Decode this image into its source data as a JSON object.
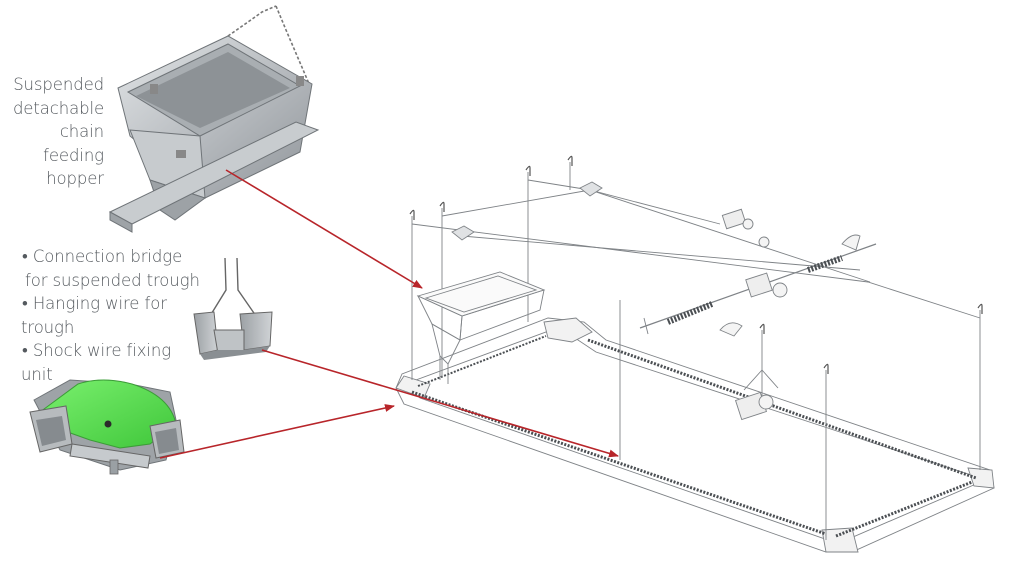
{
  "labels": {
    "hopper_lines": [
      "Suspended",
      "detachable",
      "chain",
      "feeding",
      "hopper"
    ],
    "parts": [
      {
        "bullet": "•",
        "line1": "Connection bridge",
        "line2": "for suspended trough"
      },
      {
        "bullet": "•",
        "line1": "Hanging wire for",
        "line2": "trough"
      },
      {
        "bullet": "•",
        "line1": "Shock wire fixing",
        "line2": "unit"
      }
    ]
  },
  "colors": {
    "arrow": "#b8252a",
    "text": "#555a5f",
    "line": "#8a8d90",
    "steel": "#b9bdc1",
    "steel_dark": "#7d8286",
    "green_part": "#5fe05a"
  },
  "icons": {
    "hopper": "feeding-hopper-render",
    "hanger": "hanging-bracket-render",
    "corner": "corner-connection-bridge-render",
    "trough": "suspended-trough-line-drawing"
  }
}
